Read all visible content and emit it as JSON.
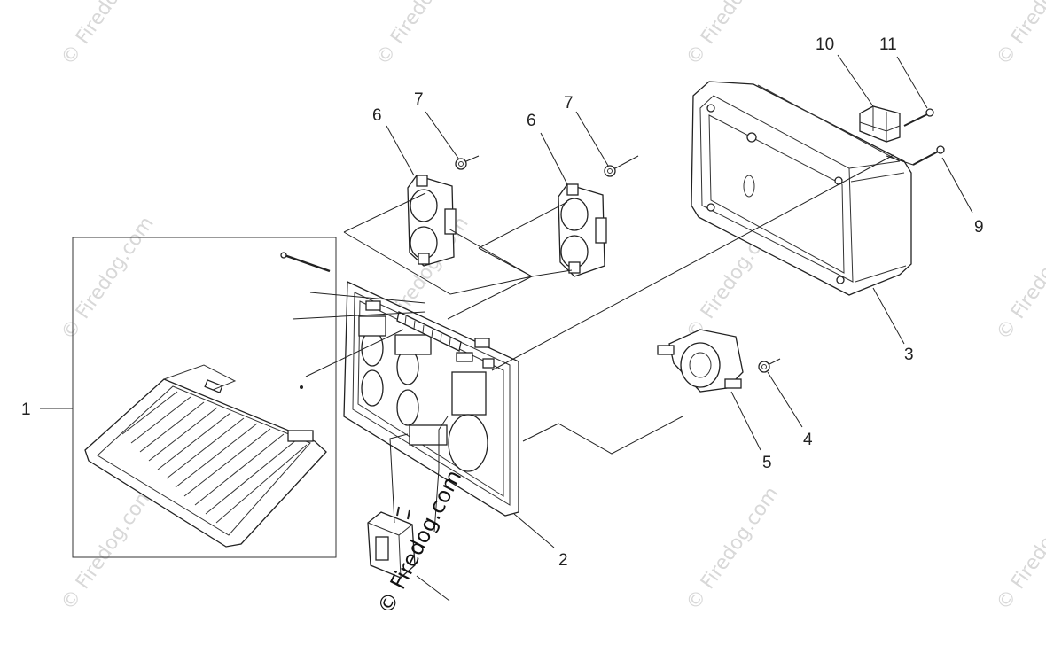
{
  "watermark": {
    "text": "© Firedog.com",
    "main_text": "© Firedog.com",
    "color": "#d8d8d8"
  },
  "callouts": {
    "c1": "1",
    "c2": "2",
    "c3": "3",
    "c4": "4",
    "c5": "5",
    "c6a": "6",
    "c6b": "6",
    "c7a": "7",
    "c7b": "7",
    "c9": "9",
    "c10": "10",
    "c11": "11"
  },
  "colors": {
    "line": "#222222",
    "background": "#ffffff"
  }
}
